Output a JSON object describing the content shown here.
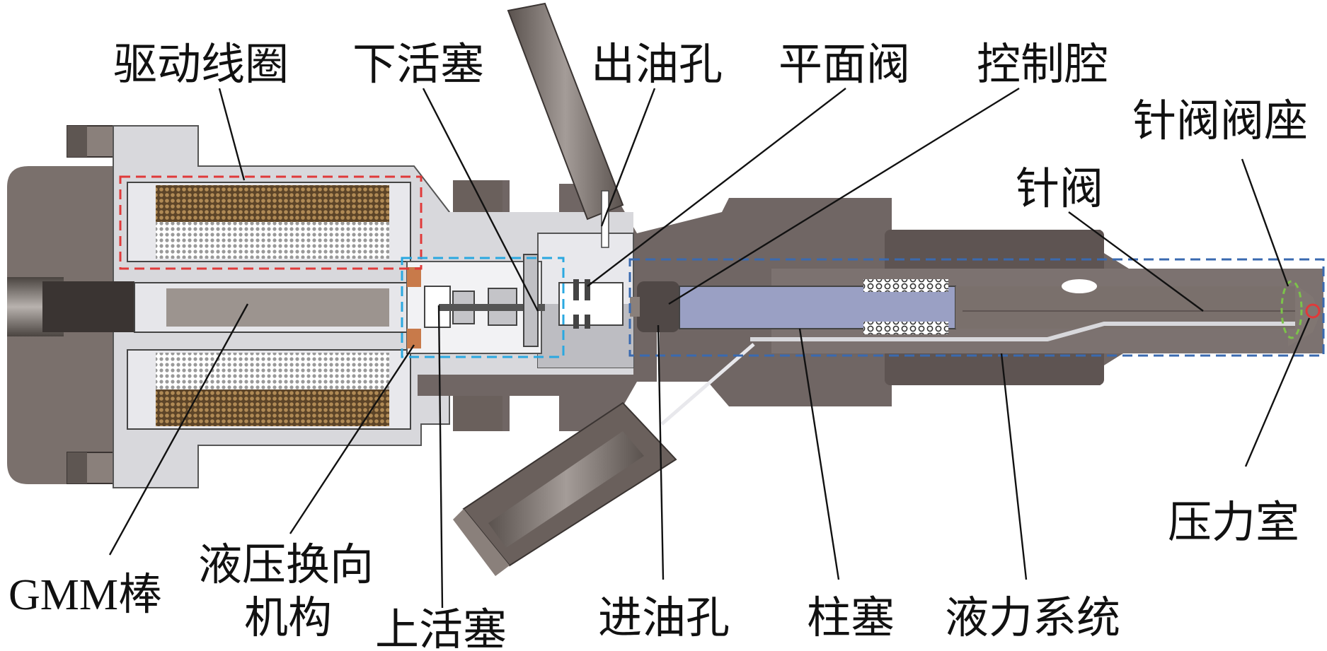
{
  "labels": {
    "drive_coil": "驱动线圈",
    "lower_piston": "下活塞",
    "oil_outlet": "出油孔",
    "flat_valve": "平面阀",
    "control_chamber": "控制腔",
    "needle_valve_seat": "针阀阀座",
    "needle_valve": "针阀",
    "pressure_chamber": "压力室",
    "gmm_rod": "GMM棒",
    "hydraulic_reversing_line1": "液压换向",
    "hydraulic_reversing_line2": "机构",
    "upper_piston": "上活塞",
    "oil_inlet": "进油孔",
    "plunger": "柱塞",
    "hydraulic_system": "液力系统"
  },
  "colors": {
    "body_dark": "#6e6460",
    "body_mid": "#8a807b",
    "body_light": "#d8d8dc",
    "coil_brown": "#8a6a40",
    "coil_mesh": "#c8c8c8",
    "plunger_blue": "#9aa0c4",
    "coil_box_outline": "#e03a3a",
    "hydraulic_box_outline": "#2aa8e0",
    "injector_box_outline": "#3a6ab0",
    "seat_outline": "#7cc34a"
  }
}
